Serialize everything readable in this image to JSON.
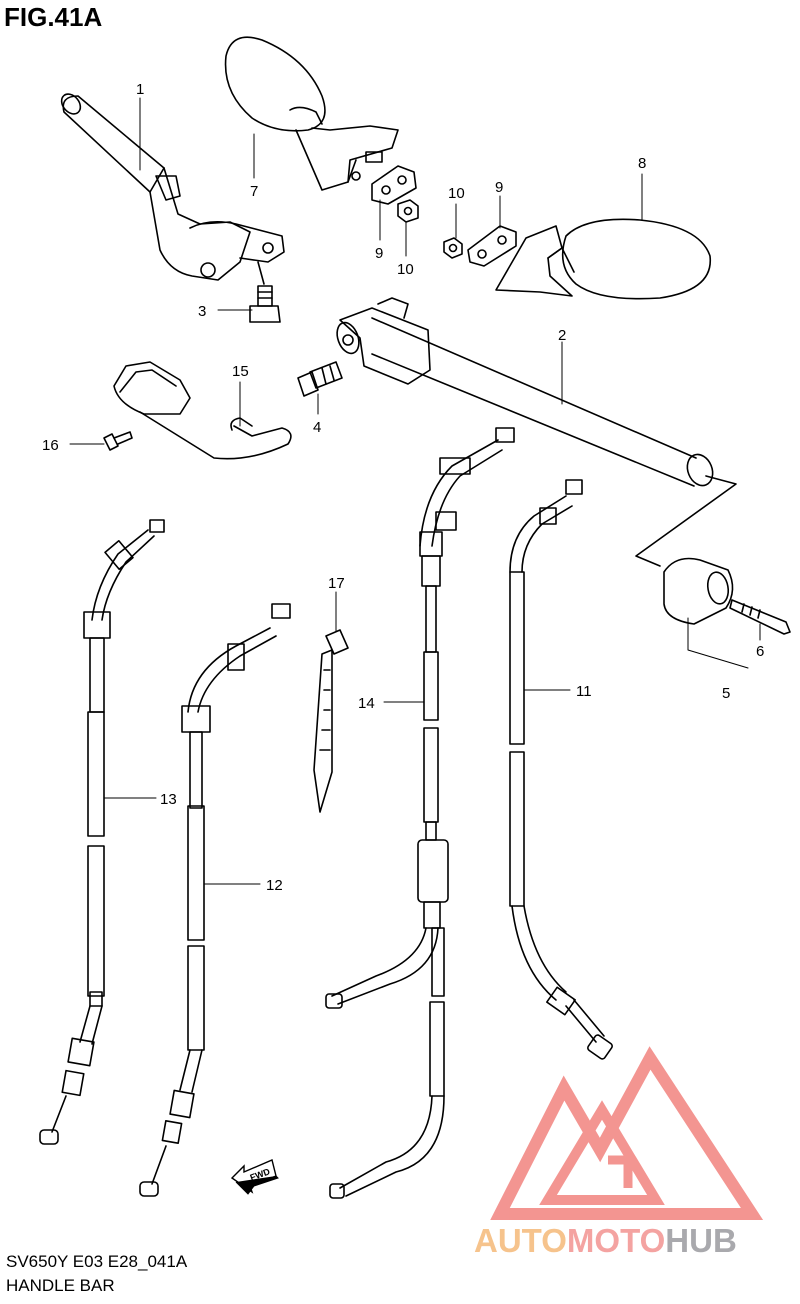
{
  "figure": {
    "title": "FIG.41A"
  },
  "footer": {
    "model_code": "SV650Y E03 E28_041A",
    "name": "HANDLE BAR"
  },
  "watermark": {
    "part1": "AUTO",
    "part2": "MOTO",
    "part3": "HUB",
    "colors": {
      "auto": "#f6c38c",
      "moto": "#f4a3a1",
      "hub": "#a9a9ad",
      "logo": "#f28a86"
    }
  },
  "fwd_label": "FWD",
  "callouts": {
    "c1": "1",
    "c2": "2",
    "c3": "3",
    "c4": "4",
    "c5": "5",
    "c6": "6",
    "c7": "7",
    "c8": "8",
    "c9a": "9",
    "c9b": "9",
    "c10a": "10",
    "c10b": "10",
    "c11": "11",
    "c12": "12",
    "c13": "13",
    "c14": "14",
    "c15": "15",
    "c16": "16",
    "c17": "17"
  }
}
